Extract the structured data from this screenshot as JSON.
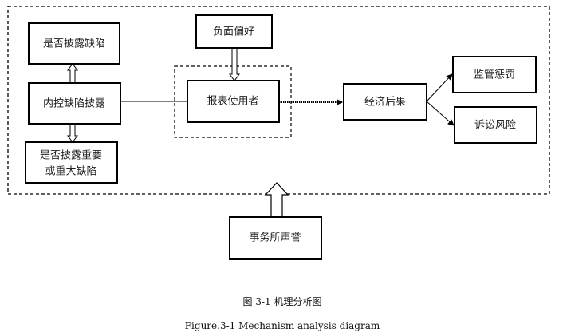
{
  "diagram": {
    "nodes": {
      "disclose_defect": "是否披露缺陷",
      "ic_defect_disclosure": "内控缺陷披露",
      "disclose_major_line1": "是否披露重要",
      "disclose_major_line2": "或重大缺陷",
      "negative_preference": "负面偏好",
      "report_users": "报表使用者",
      "economic_consequences": "经济后果",
      "regulatory_penalty": "监管惩罚",
      "litigation_risk": "诉讼风险",
      "audit_firm_reputation": "事务所声誉"
    }
  },
  "caption": {
    "chinese": "图 3-1 机理分析图",
    "english": "Figure.3-1 Mechanism analysis diagram"
  }
}
